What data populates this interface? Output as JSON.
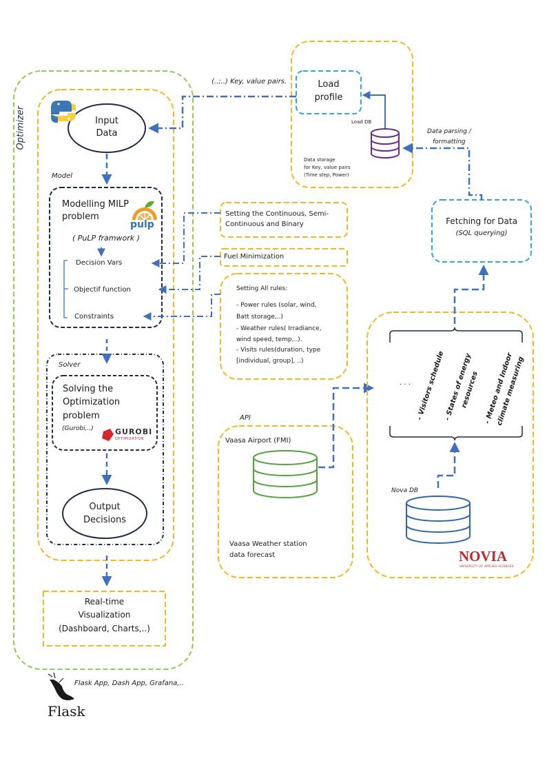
{
  "optimizer": {
    "label": "Optimizer",
    "input_data": [
      "Input",
      "Data"
    ],
    "model_label": "Model",
    "milp": {
      "title_line1": "Modelling MILP",
      "title_line2": "problem",
      "framework": "( PuLP framwork )",
      "logo": "pulp"
    },
    "decision_vars": "Decision Vars",
    "objective": "Objectif function",
    "constraints": "Constraints",
    "solver_label": "Solver",
    "solving": {
      "line1": "Solving the",
      "line2": "Optimization",
      "line3": "problem",
      "note": "(Gurobi,..)",
      "logo_top": "GUROBI",
      "logo_bottom": "OPTIMIZATION"
    },
    "output": [
      "Output",
      "Decisions"
    ],
    "visualization": [
      "Real-time",
      "Visualization",
      "(Dashboard, Charts,..)"
    ]
  },
  "load_profile": {
    "kv_pairs": "(..;..) Key, value pairs.",
    "title_line1": "Load",
    "title_line2": "profile",
    "db_label": "Load DB",
    "storage": [
      "Data storage",
      "for Key, value pairs",
      "(Time step, Power)"
    ]
  },
  "parsing": [
    "Data parsing /",
    "formatting"
  ],
  "fetching": {
    "title": "Fetching for Data",
    "sub": "(SQL querying)"
  },
  "notes": {
    "continuous": [
      "Setting the Continuous, Semi-",
      "Continuous and Binary"
    ],
    "fuel": "Fuel Minimization",
    "rules": [
      "Setting All rules:",
      "- Power rules (solar, wind,",
      "Batt storage,..)",
      "- Weather rules( Irradiance,",
      "wind speed, temp,..).",
      "- Visits rules(duration, type",
      "[individual, group], ..)"
    ]
  },
  "api": {
    "label": "API",
    "airport": "Vaasa Airport (FMI)",
    "forecast": [
      "Vaasa Weather station",
      "data forecast"
    ]
  },
  "novia": {
    "dots": ". . .",
    "col1": "- Visitors schedule",
    "col2": [
      "- States of energy",
      "resources"
    ],
    "col3": [
      "- Meteo and Indoor",
      "climate measuring"
    ],
    "db_label": "Nova DB",
    "logo": "NOVIA",
    "logo_sub": "UNIVERSITY OF APPLIED SCIENCES"
  },
  "footer": {
    "apps": "Flask App, Dash App, Grafana,..",
    "flask": "Flask"
  },
  "colors": {
    "green": "#92c94f",
    "orange": "#f2b81c",
    "navy": "#1c2a44",
    "blue": "#3f6fc0",
    "cyan": "#29a8e0",
    "purple": "#6a2c91",
    "dbgreen": "#4ea43a",
    "dbblue": "#2e64b6",
    "novia": "#c3262c"
  }
}
